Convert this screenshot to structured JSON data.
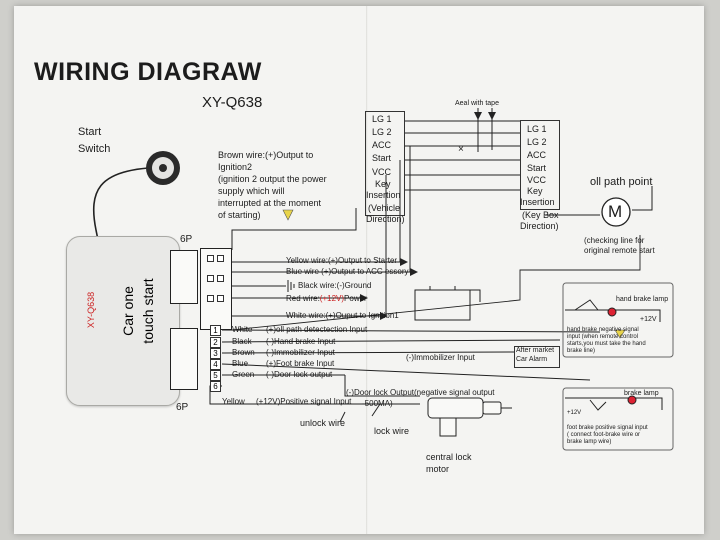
{
  "header": {
    "title": "WIRING DIAGRAW",
    "model": "XY-Q638"
  },
  "start_switch": {
    "line1": "Start",
    "line2": "Switch"
  },
  "module": {
    "model_label": "XY-Q638",
    "name_line1": "Car one",
    "name_line2": "touch start"
  },
  "connectors": {
    "top": "6P",
    "bottom": "6P"
  },
  "brown_note": [
    "Brown wire:(+)Output to",
    "Ignition2",
    "(ignition 2 output the power",
    "supply which will",
    "interrupted at the moment",
    "of starting)"
  ],
  "vehicle_column": {
    "labels": [
      "LG 1",
      "LG 2",
      "ACC",
      "Start",
      "VCC",
      "Key",
      "Insertion"
    ],
    "direction": [
      "(Vehicle",
      "Direction)"
    ]
  },
  "key_box": {
    "labels": [
      "LG 1",
      "LG 2",
      "ACC",
      "Start",
      "VCC",
      "Key",
      "Insertion"
    ],
    "direction": [
      "(Key Box",
      "Direction)"
    ]
  },
  "seal_note": "Aeal with tape",
  "upper_wires": {
    "yellow": "Yellow wire:(+)Output to Starter",
    "blue": "Blue wire (+)Output to ACC essory",
    "black": "Black wire:(-)Ground",
    "red_prefix": "Red wire:",
    "red_value": "(+12V)",
    "red_suffix": "Power",
    "white": "White wire:(+)Ouput to Ignition1"
  },
  "oil": {
    "title": "oll path point",
    "symbol": "M",
    "note1": "(checking line for",
    "note2": "original remote start"
  },
  "lower_wires": [
    {
      "num": "1",
      "color": "White",
      "desc": "(+)oll path detectection Input"
    },
    {
      "num": "2",
      "color": "Black",
      "desc": "(-)Hand brake Input"
    },
    {
      "num": "3",
      "color": "Brown",
      "desc": "(-)Immobilizer Input"
    },
    {
      "num": "4",
      "color": "Blue",
      "desc": "(+)Foot brake Input"
    },
    {
      "num": "5",
      "color": "Green",
      "desc": "(-)Door lock output"
    },
    {
      "num": "6",
      "color": "",
      "desc": ""
    }
  ],
  "yellow_row": {
    "color": "Yellow",
    "desc": "(+12V)Positive signal Input"
  },
  "immobilizer_tail": "(-)Immobilizer Input",
  "after_market": {
    "line1": "After market",
    "line2": "Car Alarm"
  },
  "door_lock_note": {
    "line1": "(-)Door lock Output(negative signal output",
    "line2": "-500MA)"
  },
  "wires": {
    "unlock": "unlock wire",
    "lock": "lock wire"
  },
  "motor": {
    "line1": "central lock",
    "line2": "motor"
  },
  "hand_brake": {
    "title": "hand brake lamp",
    "voltage": "+12V",
    "note": [
      "hand brake negative signal",
      "input (when remote control",
      "starts,you must take the hand",
      "brake line)"
    ]
  },
  "foot_brake": {
    "title": "brake lamp",
    "voltage": "+12V",
    "note": [
      "foot brake positive signal input",
      "( connect foot-brake wire or",
      "brake lamp wire)"
    ]
  },
  "colors": {
    "paper": "#f4f4f2",
    "ink": "#1c1c1c",
    "accent_red": "#cc1f1f",
    "arrow_yellow": "#e8d44a"
  }
}
